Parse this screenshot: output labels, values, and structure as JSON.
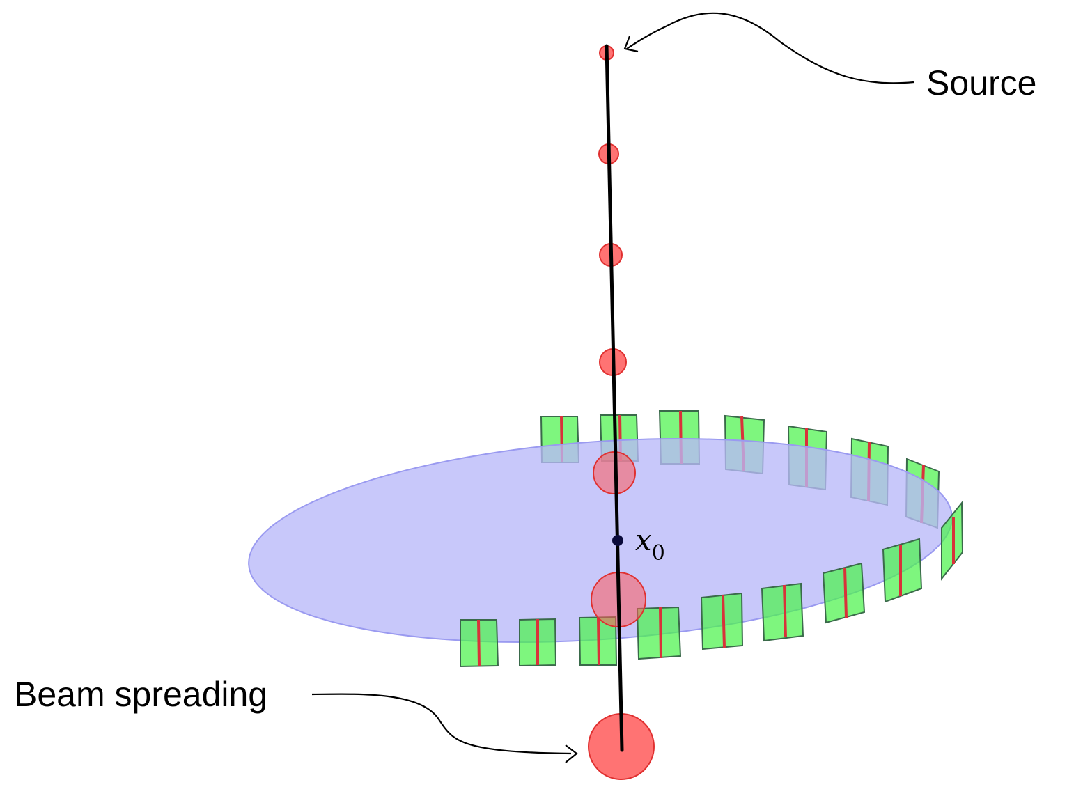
{
  "labels": {
    "source": "Source",
    "beam_spreading": "Beam spreading",
    "point_symbol": "x",
    "point_subscript": "0"
  },
  "colors": {
    "beam_line": "#000000",
    "beam_spot_fill": "#ff5a5a",
    "beam_spot_stroke": "#e03030",
    "disk_fill": "#b8b8f8",
    "disk_stroke": "#9a9af0",
    "detector_fill": "#4cf24c",
    "detector_stroke": "#3a6a4a",
    "detector_strip": "#d8323a",
    "point_marker": "#0a0a3a"
  },
  "icons": {
    "source_arrow": "curved-arrow-icon",
    "beam_arrow": "curved-arrow-icon"
  }
}
